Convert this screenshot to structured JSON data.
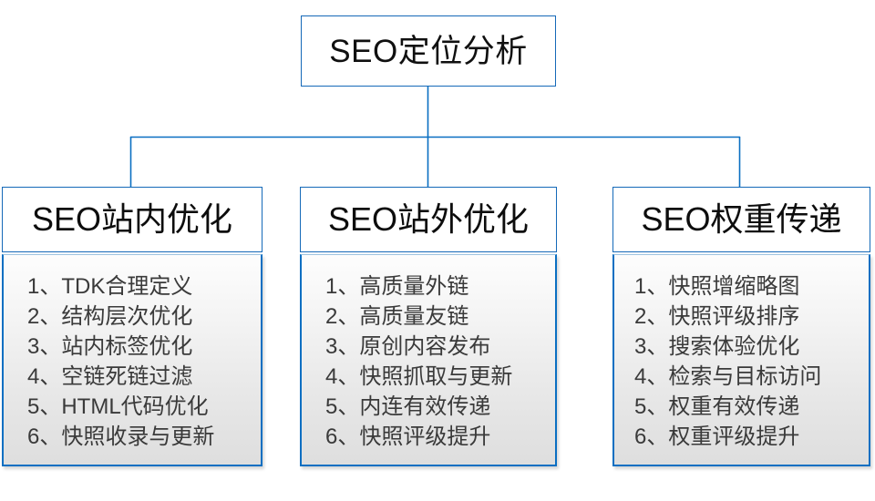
{
  "diagram": {
    "title": "SEO定位分析",
    "accent_color": "#1569b8",
    "connector_color": "#0a6fc2",
    "text_color": "#3a3a3a",
    "branches": [
      {
        "header": "SEO站内优化",
        "items": [
          "1、TDK合理定义",
          "2、结构层次优化",
          "3、站内标签优化",
          "4、空链死链过滤",
          "5、HTML代码优化",
          "6、快照收录与更新"
        ]
      },
      {
        "header": "SEO站外优化",
        "items": [
          "1、高质量外链",
          "2、高质量友链",
          "3、原创内容发布",
          "4、快照抓取与更新",
          "5、内连有效传递",
          "6、快照评级提升"
        ]
      },
      {
        "header": "SEO权重传递",
        "items": [
          "1、快照增缩略图",
          "2、快照评级排序",
          "3、搜索体验优化",
          "4、检索与目标访问",
          "5、权重有效传递",
          "6、权重评级提升"
        ]
      }
    ]
  }
}
